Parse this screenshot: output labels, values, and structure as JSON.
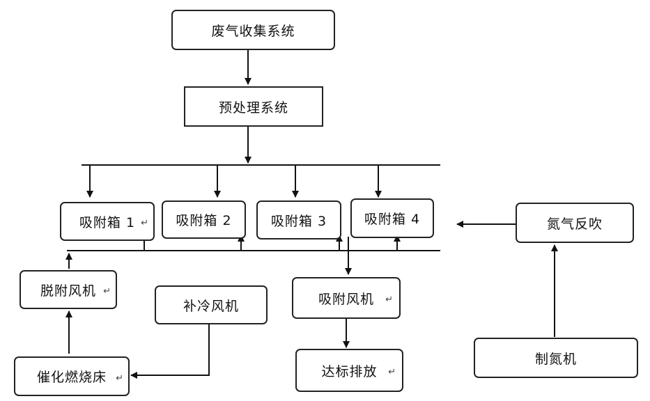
{
  "nodes": {
    "waste_gas_collection": "废气收集系统",
    "pretreatment": "预处理系统",
    "adsorber_1": "吸附箱 1",
    "adsorber_2": "吸附箱 2",
    "adsorber_3": "吸附箱 3",
    "adsorber_4": "吸附箱 4",
    "nitrogen_backflush": "氮气反吹",
    "desorption_fan": "脱附风机",
    "cooling_fan": "补冷风机",
    "adsorption_fan": "吸附风机",
    "catalytic_bed": "催化燃烧床",
    "compliant_discharge": "达标排放",
    "nitrogen_generator": "制氮机"
  },
  "marks": {
    "paragraph": "↵"
  }
}
